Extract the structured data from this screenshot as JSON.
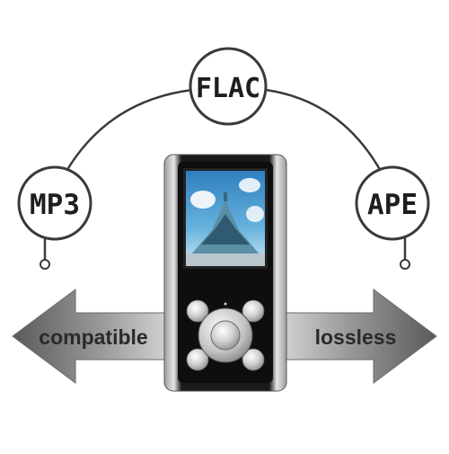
{
  "formats": {
    "top": "FLAC",
    "left": "MP3",
    "right": "APE"
  },
  "arrows": {
    "left_label": "compatible",
    "right_label": "lossless"
  },
  "colors": {
    "outline": "#3a3a3a",
    "arrow_dark": "#5f5f5f",
    "arrow_light": "#c9c9c9",
    "player_body": "#111111",
    "player_trim": "#bdbdbd",
    "sky": "#3c8fc7"
  }
}
